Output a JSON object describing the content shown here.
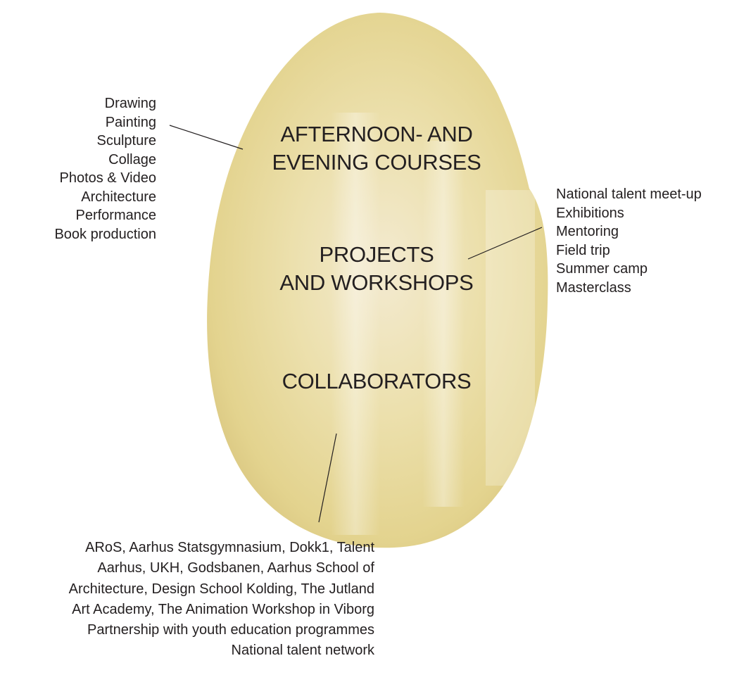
{
  "headings": {
    "courses": [
      "AFTERNOON- AND",
      "EVENING COURSES"
    ],
    "projects": [
      "PROJECTS",
      "AND WORKSHOPS"
    ],
    "collaborators": [
      "COLLABORATORS"
    ]
  },
  "course_items": [
    "Drawing",
    "Painting",
    "Sculpture",
    "Collage",
    "Photos & Video",
    "Architecture",
    "Performance",
    "Book production"
  ],
  "project_items": [
    "National talent meet-up",
    "Exhibitions",
    "Mentoring",
    "Field trip",
    "Summer camp",
    "Masterclass"
  ],
  "collaborator_lines": [
    "ARoS, Aarhus Statsgymnasium, Dokk1, Talent",
    "Aarhus, UKH, Godsbanen, Aarhus School of",
    "Architecture, Design School Kolding, The Jutland",
    "Art Academy, The Animation Workshop in Viborg",
    "Partnership with youth education programmes",
    "National talent network"
  ],
  "colors": {
    "stain": "#ece0ad",
    "stain_edge": "#d9c680",
    "text": "#231f20",
    "connector": "#231f20"
  }
}
